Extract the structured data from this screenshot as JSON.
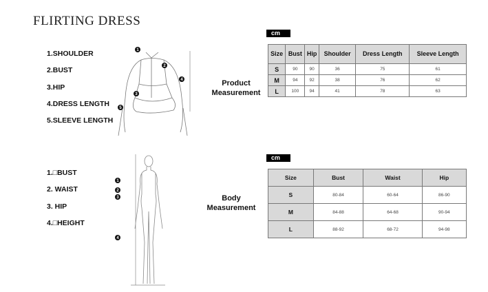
{
  "title": "FLIRTING DRESS",
  "product": {
    "list": [
      "1.SHOULDER",
      "2.BUST",
      "3.HIP",
      "4.DRESS LENGTH",
      "5.SLEEVE LENGTH"
    ],
    "label": [
      "Product",
      "Measurement"
    ],
    "unit": "cm",
    "headers": [
      "Size",
      "Bust",
      "Hip",
      "Shoulder",
      "Dress Length",
      "Sleeve Length"
    ],
    "rows": [
      [
        "S",
        "90",
        "90",
        "36",
        "75",
        "61"
      ],
      [
        "M",
        "94",
        "92",
        "38",
        "76",
        "62"
      ],
      [
        "L",
        "100",
        "94",
        "41",
        "78",
        "63"
      ]
    ],
    "markers": [
      "1",
      "2",
      "3",
      "4",
      "5"
    ]
  },
  "body": {
    "list": [
      "1.□BUST",
      "2. WAIST",
      "3. HIP",
      "4.□HEIGHT"
    ],
    "label": [
      "Body",
      "Measurement"
    ],
    "unit": "cm",
    "headers": [
      "Size",
      "Bust",
      "Waist",
      "Hip"
    ],
    "rows": [
      [
        "S",
        "80-84",
        "60-64",
        "86-90"
      ],
      [
        "M",
        "84-88",
        "64-68",
        "90-94"
      ],
      [
        "L",
        "88-92",
        "68-72",
        "94-98"
      ]
    ],
    "markers": [
      "1",
      "2",
      "3",
      "4"
    ]
  }
}
